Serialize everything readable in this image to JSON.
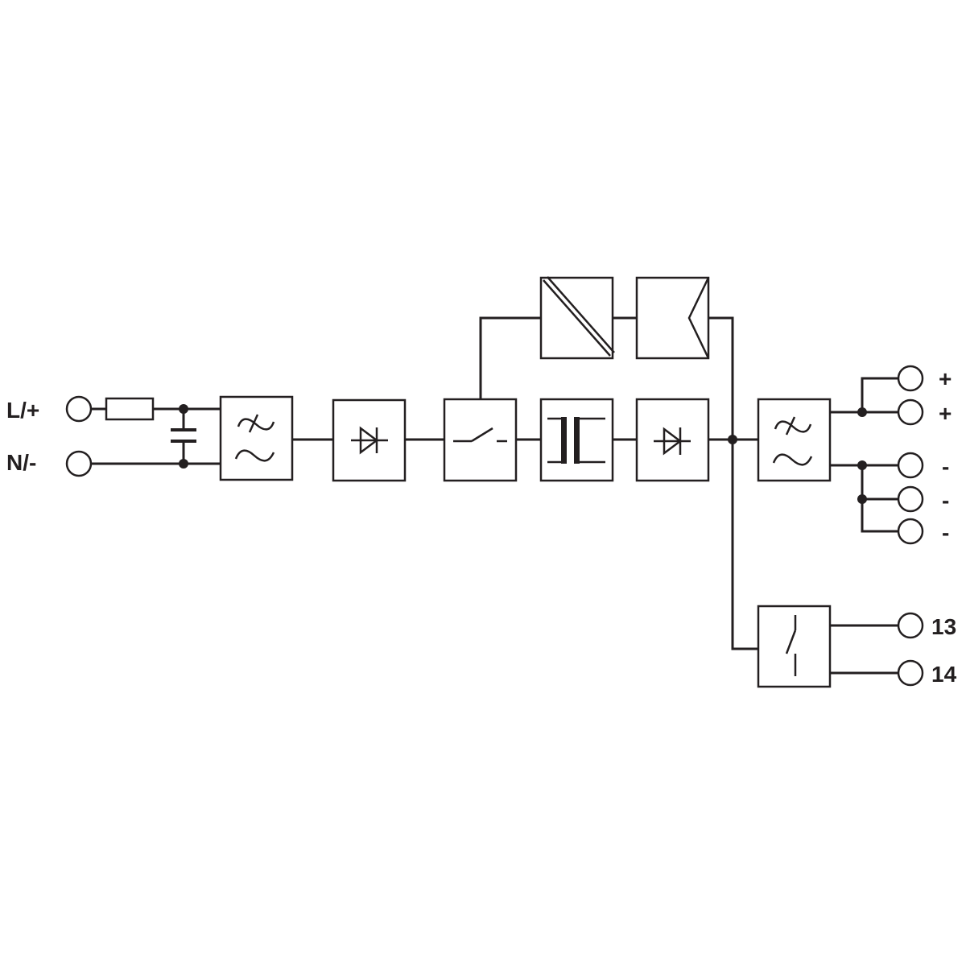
{
  "diagram": {
    "input_terminals": {
      "line": "L/+",
      "neutral": "N/-"
    },
    "output_terminals": {
      "plus": [
        "+",
        "+"
      ],
      "minus": [
        "-",
        "-",
        "-"
      ]
    },
    "relay_terminals": [
      "13",
      "14"
    ],
    "colors": {
      "line": "#231f20",
      "background": "#ffffff"
    }
  }
}
